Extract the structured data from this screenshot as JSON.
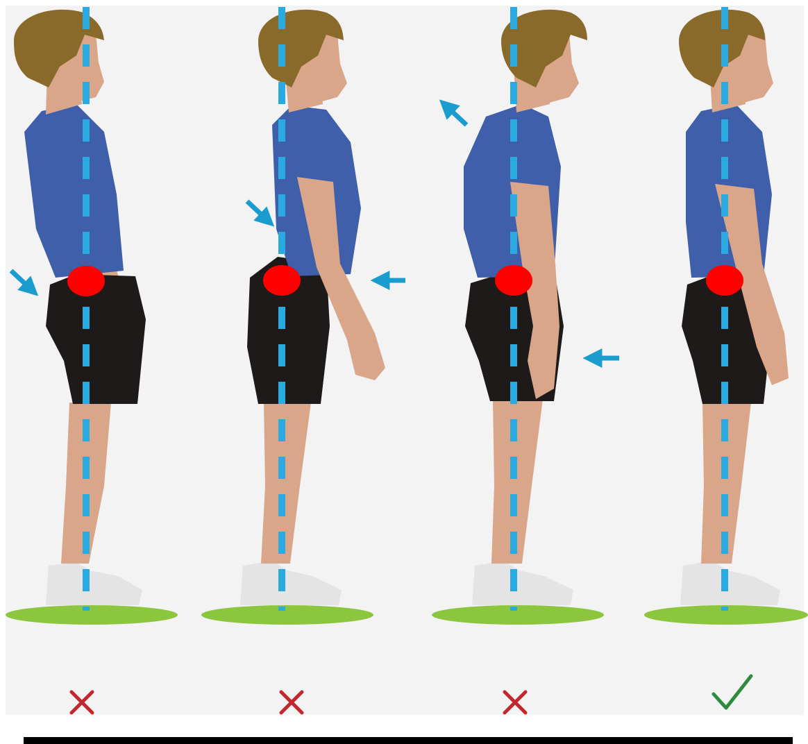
{
  "colors": {
    "background": "#f3f3f3",
    "plumb_line": "#29abe2",
    "hip_marker": "#ff0000",
    "arrow": "#1b9ccf",
    "ground": "#8cc63f",
    "shirt": "#3f5faa",
    "shorts": "#1f1a1a",
    "skin": "#d9a689",
    "hair": "#8a6a2a",
    "shoe": "#e4e4e4",
    "wrong_mark": "#c1272d",
    "correct_mark": "#2e8b3d",
    "rule": "#000000"
  },
  "figures": [
    {
      "id": "figure-1",
      "verdict": "incorrect",
      "verdict_icon": "cross-icon",
      "verdict_symbol": "×"
    },
    {
      "id": "figure-2",
      "verdict": "incorrect",
      "verdict_icon": "cross-icon",
      "verdict_symbol": "×"
    },
    {
      "id": "figure-3",
      "verdict": "incorrect",
      "verdict_icon": "cross-icon",
      "verdict_symbol": "×"
    },
    {
      "id": "figure-4",
      "verdict": "correct",
      "verdict_icon": "check-icon",
      "verdict_symbol": "✓"
    }
  ]
}
